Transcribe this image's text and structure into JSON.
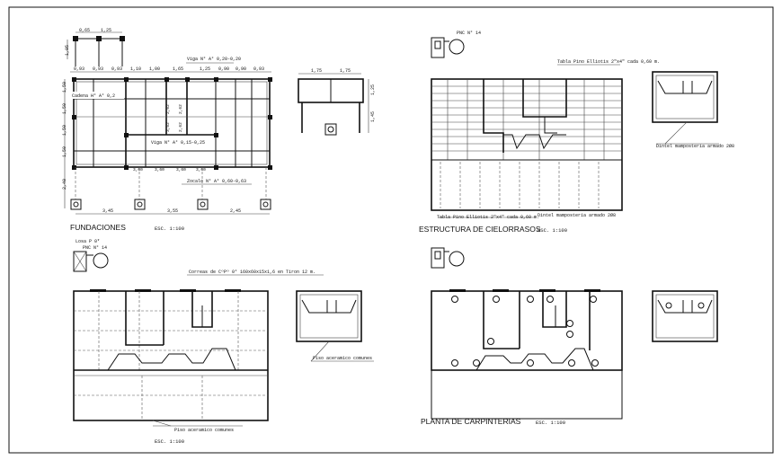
{
  "sheet": {
    "fundaciones": {
      "title": "FUNDACIONES",
      "scale": "ESC. 1:100",
      "notes": {
        "viga_top": "Viga N° A° 0,20-0,20",
        "viga_mid": "Viga N° A° 0,15-0,25",
        "cadena": "Cadena H° A° 0,2",
        "zocalo": "Zocalo N° A° 0,60-0,63"
      },
      "dims_top": [
        "0,93",
        "0,93",
        "0,93",
        "1,10",
        "1,00",
        "1,65",
        "1,25",
        "0,90",
        "0,90",
        "0,93"
      ],
      "dims_left": [
        "1,50",
        "1,50",
        "1,50",
        "1,50"
      ],
      "dims_bottom": [
        "3,45",
        "3,55",
        "2,45"
      ],
      "dims_detail": [
        "0,65",
        "1,25",
        "1,05"
      ],
      "side_detail_dims": [
        "1,75",
        "1,75",
        "1,25",
        "1,45"
      ],
      "dims_inner": [
        "2,62",
        "3,52",
        "2,62",
        "2,62"
      ],
      "footings_small": [
        "3,60",
        "3,60",
        "3,60",
        "3,60"
      ],
      "dim_left_low": "2,40"
    },
    "cielorrasos": {
      "title": "ESTRUCTURA DE CIELORRASOS",
      "scale": "ESC. 1:100",
      "ref": "PNC N° 14",
      "notes": {
        "tabla_top": "Tabla Pino Elliotis 2\"x4\" cada 0,60 m.",
        "tabla_bottom": "Tabla Pino Elliotis 2\"x4\" cada 0,60 m.",
        "dintel_bottom": "Dintel mampostería armado 2Ø8",
        "dintel_side": "Dintel mampostería armado 2Ø8"
      }
    },
    "pisos": {
      "scale": "ESC. 1:100",
      "ref_top": "Losa P 0*",
      "ref_pnc": "PNC N° 14",
      "notes": {
        "correas": "Correas de CºPº 0° 160x60x15x1,6 en Tiron 12 m.",
        "piso_side": "Piso aceramico comunes",
        "piso_bottom": "Piso aceramico comunes"
      }
    },
    "carpinterias": {
      "title": "PLANTA DE CARPINTERIAS",
      "scale": "ESC. 1:100"
    }
  }
}
